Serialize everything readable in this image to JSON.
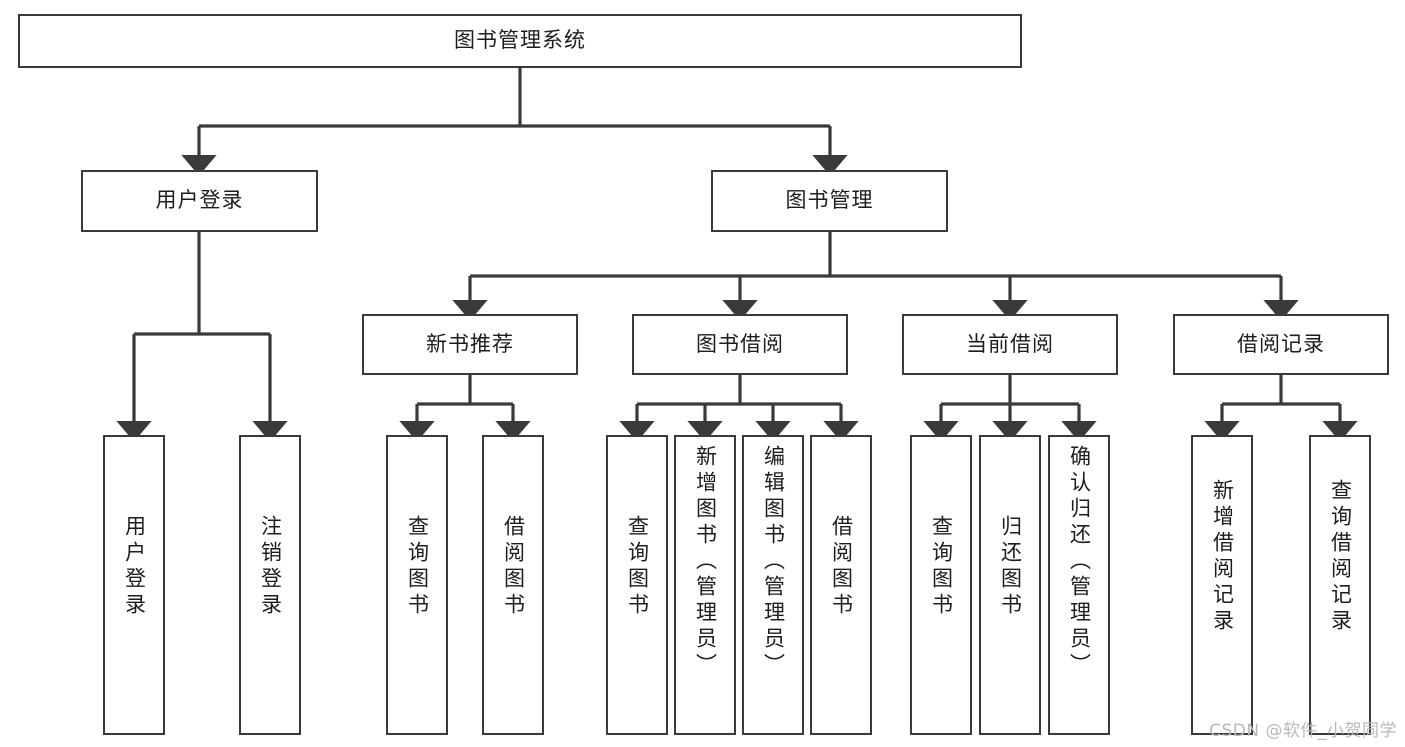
{
  "diagram": {
    "type": "tree-hierarchy-chart",
    "title": "图书管理系统",
    "background_color": "#ffffff",
    "line_color": "#3a3a3a",
    "text_color": "#1d1d1d",
    "root": {
      "id": "root",
      "label": "图书管理系统",
      "orientation": "horizontal"
    },
    "level2": [
      {
        "id": "user-login",
        "label": "用户登录",
        "orientation": "horizontal"
      },
      {
        "id": "book-management",
        "label": "图书管理",
        "orientation": "horizontal"
      }
    ],
    "level3": [
      {
        "id": "new-book-recommend",
        "label": "新书推荐",
        "orientation": "horizontal"
      },
      {
        "id": "book-borrow",
        "label": "图书借阅",
        "orientation": "horizontal"
      },
      {
        "id": "current-borrow",
        "label": "当前借阅",
        "orientation": "horizontal"
      },
      {
        "id": "borrow-record",
        "label": "借阅记录",
        "orientation": "horizontal"
      }
    ],
    "leaves": [
      {
        "id": "leaf-user-login",
        "label": "用户登录",
        "parent": "user-login",
        "orientation": "vertical"
      },
      {
        "id": "leaf-user-logout",
        "label": "注销登录",
        "parent": "user-login",
        "orientation": "vertical"
      },
      {
        "id": "leaf-query-book-1",
        "label": "查询图书",
        "parent": "new-book-recommend",
        "orientation": "vertical"
      },
      {
        "id": "leaf-borrow-book-1",
        "label": "借阅图书",
        "parent": "new-book-recommend",
        "orientation": "vertical"
      },
      {
        "id": "leaf-query-book-2",
        "label": "查询图书",
        "parent": "book-borrow",
        "orientation": "vertical"
      },
      {
        "id": "leaf-add-book",
        "label": "新增图书（管理员）",
        "parent": "book-borrow",
        "orientation": "vertical"
      },
      {
        "id": "leaf-edit-book",
        "label": "编辑图书（管理员）",
        "parent": "book-borrow",
        "orientation": "vertical"
      },
      {
        "id": "leaf-borrow-book-2",
        "label": "借阅图书",
        "parent": "book-borrow",
        "orientation": "vertical"
      },
      {
        "id": "leaf-query-book-3",
        "label": "查询图书",
        "parent": "current-borrow",
        "orientation": "vertical"
      },
      {
        "id": "leaf-return-book",
        "label": "归还图书",
        "parent": "current-borrow",
        "orientation": "vertical"
      },
      {
        "id": "leaf-confirm-return",
        "label": "确认归还（管理员）",
        "parent": "current-borrow",
        "orientation": "vertical"
      },
      {
        "id": "leaf-add-record",
        "label": "新增借阅记录",
        "parent": "borrow-record",
        "orientation": "vertical"
      },
      {
        "id": "leaf-query-record",
        "label": "查询借阅记录",
        "parent": "borrow-record",
        "orientation": "vertical"
      }
    ]
  },
  "watermark": {
    "text": "CSDN @软件_小贺同学"
  }
}
